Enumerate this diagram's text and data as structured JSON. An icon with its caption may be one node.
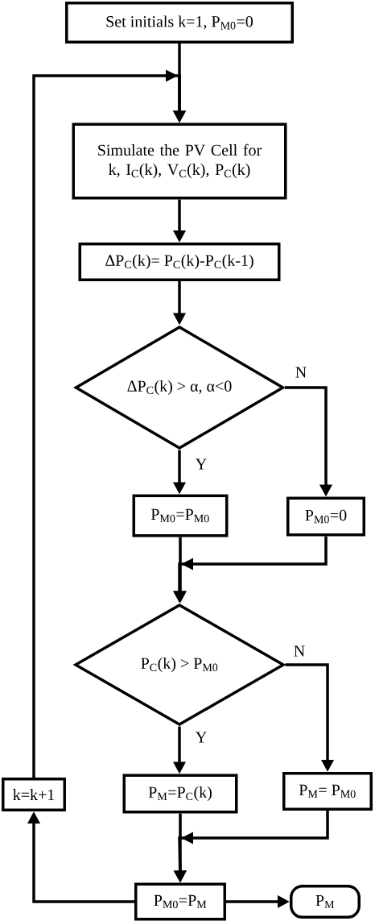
{
  "diagram": {
    "nodes": [
      {
        "text": [
          "Set initials k=1, P$_{M0}$=0"
        ]
      },
      {
        "text": [
          "Simulate the PV Cell for k, I$_{C}$(k), V$_{C}$(k), P$_{C}$(k)"
        ]
      },
      {
        "text": [
          "ΔP$_{C}$(k)= P$_{C}$(k)-P$_{C}$(k-1)"
        ]
      },
      {
        "text": [
          "ΔP$_{C}$(k) > α,  α<0"
        ]
      },
      {
        "text": [
          "P$_{M0}$=P$_{M0}$"
        ]
      },
      {
        "text": [
          "P$_{M0}$=0"
        ]
      },
      {
        "text": [
          "P$_{C}$(k) > P$_{M0}$"
        ]
      },
      {
        "text": [
          "P$_{M}$=P$_{C}$(k)"
        ]
      },
      {
        "text": [
          "P$_{M}$= P$_{M0}$"
        ]
      },
      {
        "text": [
          "P$_{M0}$=P$_{M}$"
        ]
      },
      {
        "text": [
          "P$_{M}$"
        ]
      },
      {
        "text": [
          "k=k+1"
        ]
      }
    ],
    "edges": [
      {
        "from": 0,
        "to": 1,
        "arrow": "to"
      },
      {
        "from": 11,
        "to": 1,
        "arrow": "to"
      },
      {
        "from": 1,
        "to": 2,
        "arrow": "to"
      },
      {
        "from": 2,
        "to": 3,
        "arrow": "to"
      },
      {
        "from": 3,
        "to": 4,
        "arrow": "to",
        "label": "Y"
      },
      {
        "from": 3,
        "to": 5,
        "arrow": "to",
        "label": "N"
      },
      {
        "from": 4,
        "to": 6,
        "arrow": "to"
      },
      {
        "from": 5,
        "to": 6,
        "arrow": "to"
      },
      {
        "from": 6,
        "to": 7,
        "arrow": "to",
        "label": "Y"
      },
      {
        "from": 6,
        "to": 8,
        "arrow": "to",
        "label": "N"
      },
      {
        "from": 7,
        "to": 9,
        "arrow": "to"
      },
      {
        "from": 8,
        "to": 9,
        "arrow": "to"
      },
      {
        "from": 9,
        "to": 11,
        "arrow": "to"
      },
      {
        "from": 9,
        "to": 10,
        "arrow": "to"
      }
    ]
  }
}
